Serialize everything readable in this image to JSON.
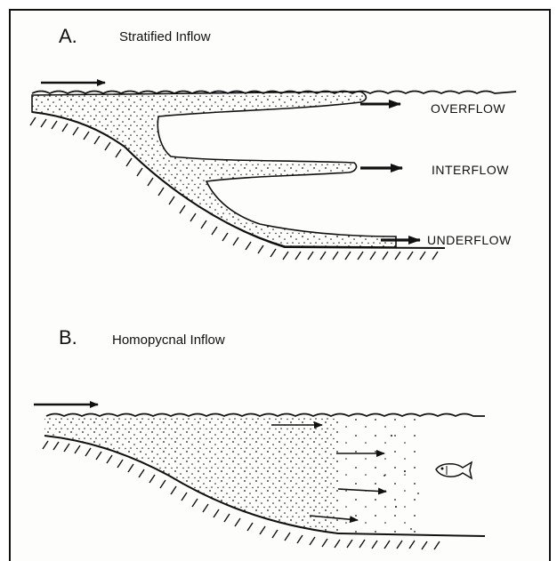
{
  "panels": [
    {
      "letter": "A.",
      "title": "Stratified Inflow",
      "flows": [
        "OVERFLOW",
        "INTERFLOW",
        "UNDERFLOW"
      ]
    },
    {
      "letter": "B.",
      "title": "Homopycnal Inflow"
    }
  ],
  "colors": {
    "ink": "#111111",
    "paper": "#fdfdfb"
  }
}
